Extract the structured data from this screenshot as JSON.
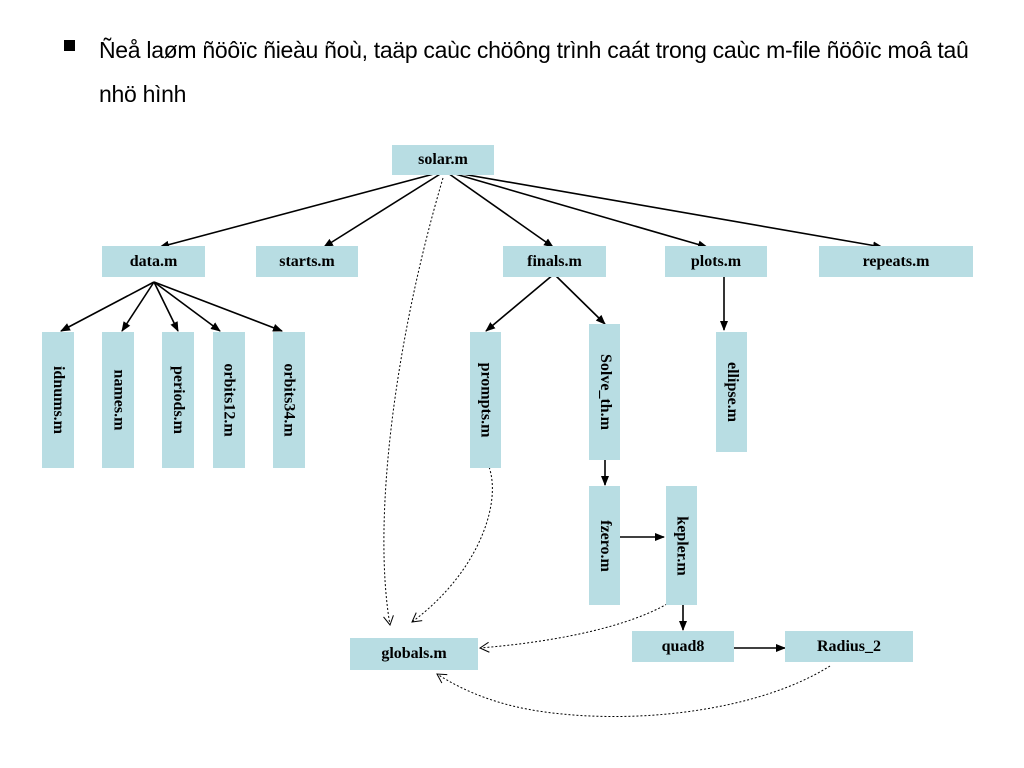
{
  "slide": {
    "bullet_text": "Ñeå laøm ñöôïc ñieàu ñoù, taäp caùc chöông trình caát trong caùc m-file ñöôïc moâ taû nhö hình"
  },
  "diagram": {
    "nodes": {
      "solar": "solar.m",
      "data": "data.m",
      "starts": "starts.m",
      "finals": "finals.m",
      "plots": "plots.m",
      "repeats": "repeats.m",
      "idnums": "idnums.m",
      "names": "names.m",
      "periods": "periods.m",
      "orbits12": "orbits12.m",
      "orbits34": "orbits34.m",
      "prompts": "prompts.m",
      "solve_th": "Solve_th.m",
      "ellipse": "ellipse.m",
      "fzero": "fzero.m",
      "kepler": "kepler.m",
      "globals": "globals.m",
      "quad8": "quad8",
      "radius2": "Radius_2"
    },
    "colors": {
      "node_fill": "#b8dde3",
      "line": "#000000"
    }
  }
}
